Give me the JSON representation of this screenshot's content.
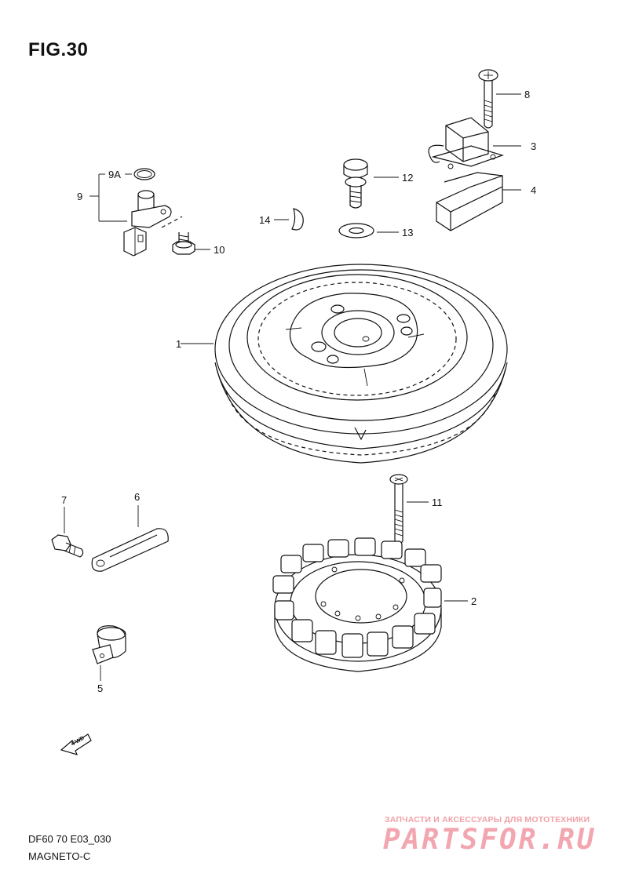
{
  "figure": {
    "title": "FIG.30",
    "model_code": "DF60 70 E03_030",
    "section_name": "MAGNETO-C"
  },
  "callouts": {
    "c1": "1",
    "c2": "2",
    "c3": "3",
    "c4": "4",
    "c5": "5",
    "c6": "6",
    "c7": "7",
    "c8": "8",
    "c9": "9",
    "c9a": "9A",
    "c10": "10",
    "c11": "11",
    "c12": "12",
    "c13": "13",
    "c14": "14"
  },
  "fwd_label": "FWD",
  "watermark": {
    "tagline": "ЗАПЧАСТИ И АКСЕССУАРЫ ДЛЯ МОТОТЕХНИКИ",
    "brand": "PARTSFOR.RU",
    "color": "#f2a6b0"
  }
}
